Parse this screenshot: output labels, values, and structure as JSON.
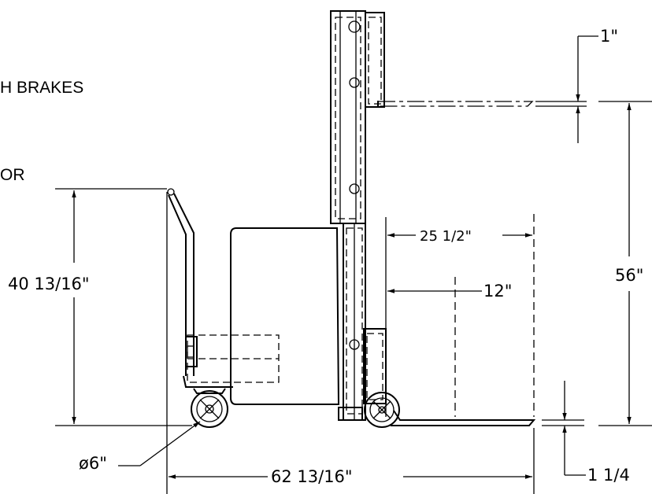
{
  "notes": {
    "brakes": "H BRAKES",
    "or": "OR"
  },
  "dimensions": {
    "fork_thickness": "1\"",
    "overall_height": "40 13/16\"",
    "load_center": "25 1/2\"",
    "fork_offset": "12\"",
    "lift_height": "56\"",
    "wheel_diameter": "ø6\"",
    "overall_length": "62 13/16\"",
    "lowered_height": "1 1/4"
  }
}
